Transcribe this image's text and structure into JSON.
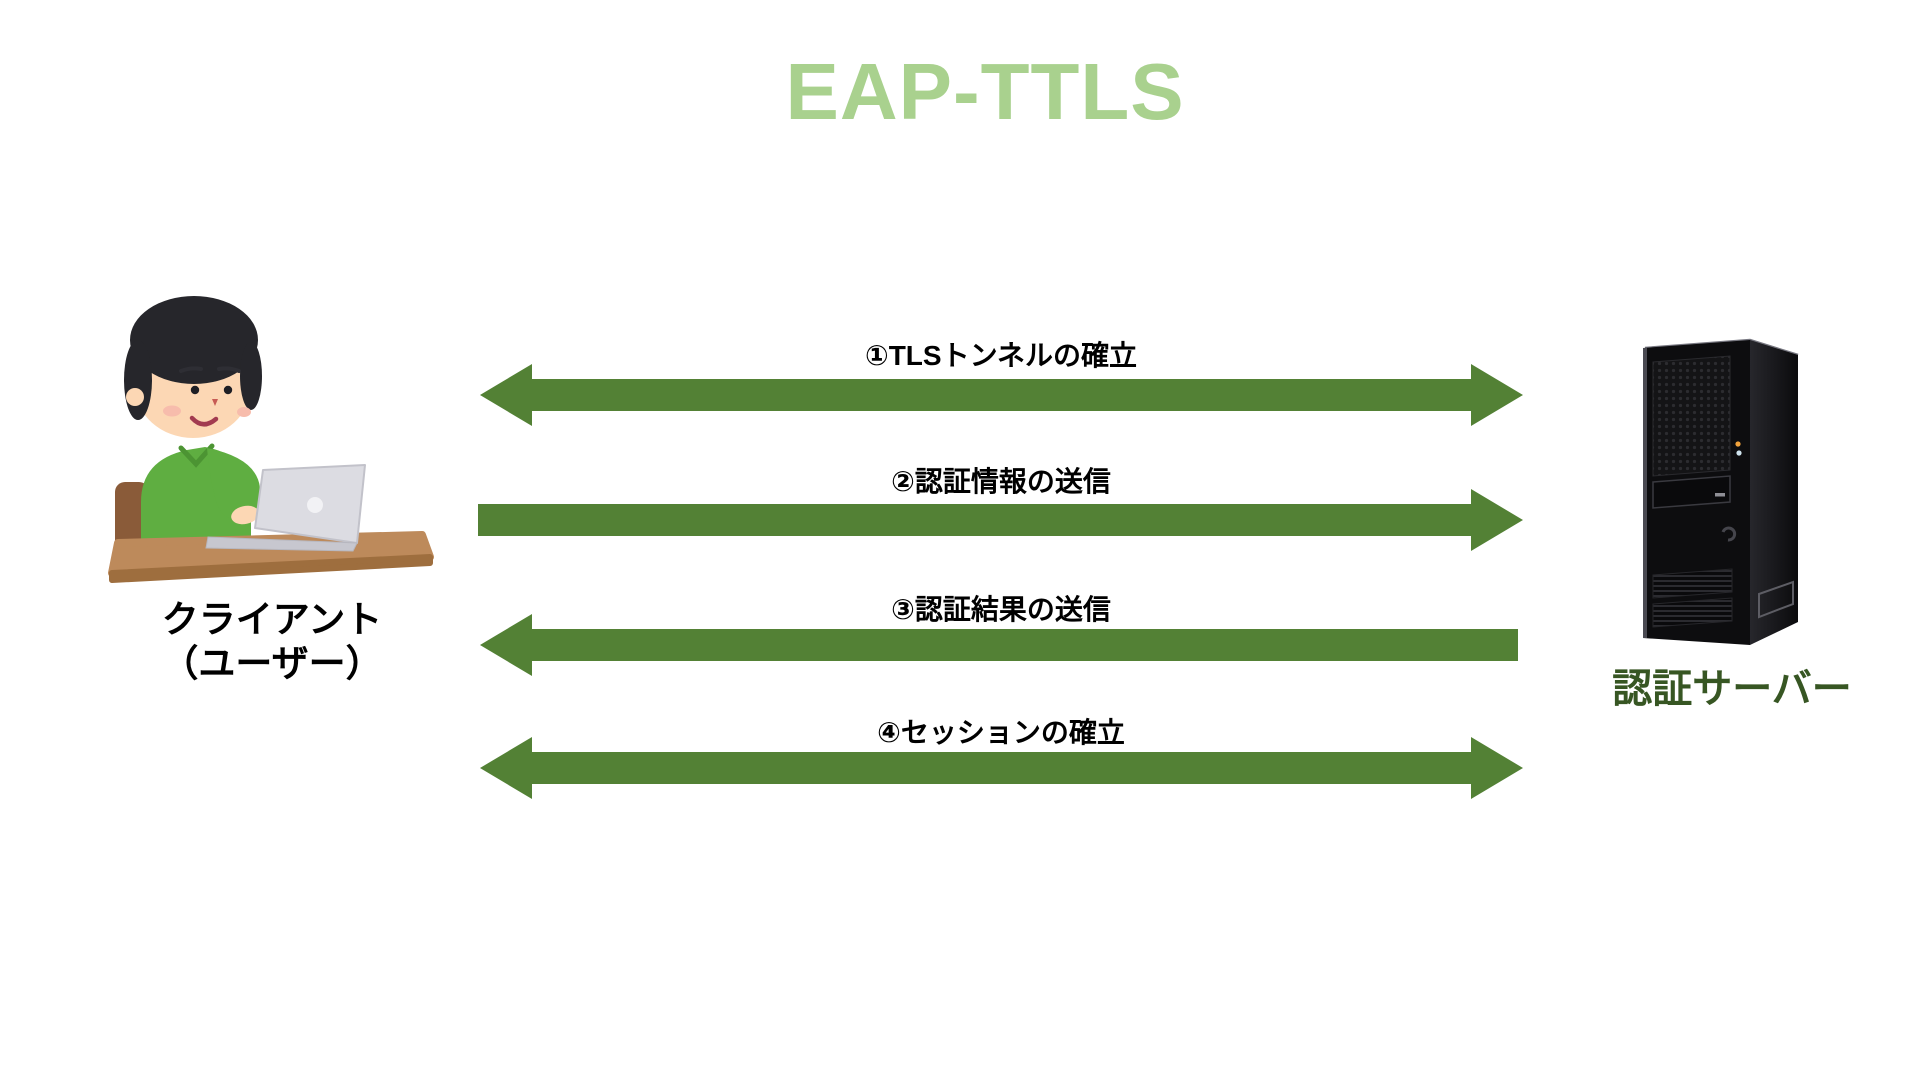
{
  "title": {
    "text": "EAP-TTLS"
  },
  "colors": {
    "background": "#FFFFFF",
    "title": "#A9D18E",
    "arrow": "#538135",
    "flow_label": "#000000",
    "client_label": "#000000",
    "server_label": "#375623"
  },
  "client": {
    "label_line1": "クライアント",
    "label_line2": "（ユーザー）"
  },
  "server": {
    "label": "認証サーバー"
  },
  "flows": [
    {
      "step": "①",
      "label": "①TLSトンネルの確立",
      "direction": "both"
    },
    {
      "step": "②",
      "label": "②認証情報の送信",
      "direction": "right"
    },
    {
      "step": "③",
      "label": "③認証結果の送信",
      "direction": "left"
    },
    {
      "step": "④",
      "label": "④セッションの確立",
      "direction": "both"
    }
  ]
}
